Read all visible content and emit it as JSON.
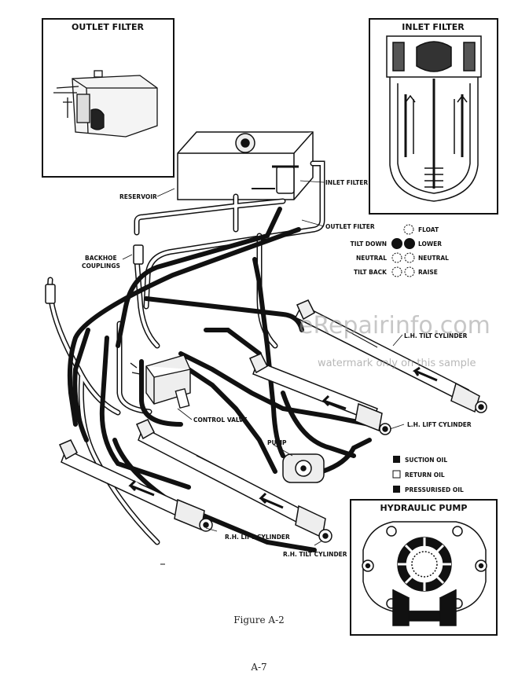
{
  "insets": {
    "outlet_filter_title": "OUTLET FILTER",
    "inlet_filter_title": "INLET FILTER",
    "hydraulic_pump_title": "HYDRAULIC PUMP"
  },
  "labels": {
    "reservoir": "RESERVOIR",
    "inlet_filter": "INLET FILTER",
    "outlet_filter": "OUTLET FILTER",
    "backhoe_couplings_line1": "BACKHOE",
    "backhoe_couplings_line2": "COUPLINGS",
    "control_valve": "CONTROL VALVE",
    "pump": "PUMP",
    "lh_tilt_cylinder": "L.H. TILT CYLINDER",
    "lh_lift_cylinder": "L.H. LIFT CYLINDER",
    "rh_lift_cylinder": "R.H. LIFT CYLINDER",
    "rh_tilt_cylinder": "R.H. TILT CYLINDER"
  },
  "valve_key": {
    "float": "FLOAT",
    "tilt_down": "TILT DOWN",
    "lower": "LOWER",
    "neutral_left": "NEUTRAL",
    "neutral_right": "NEUTRAL",
    "tilt_back": "TILT BACK",
    "raise": "RAISE"
  },
  "legend": {
    "suction_oil": "SUCTION OIL",
    "return_oil": "RETURN OIL",
    "pressurised_oil": "PRESSURISED OIL"
  },
  "watermark": {
    "main": "eRepairinfo.com",
    "sub": "watermark only on this sample"
  },
  "caption": "Figure A-2",
  "page_number": "A-7",
  "colors": {
    "ink": "#111111",
    "paper": "#ffffff",
    "watermark": "#9a9a9a"
  }
}
